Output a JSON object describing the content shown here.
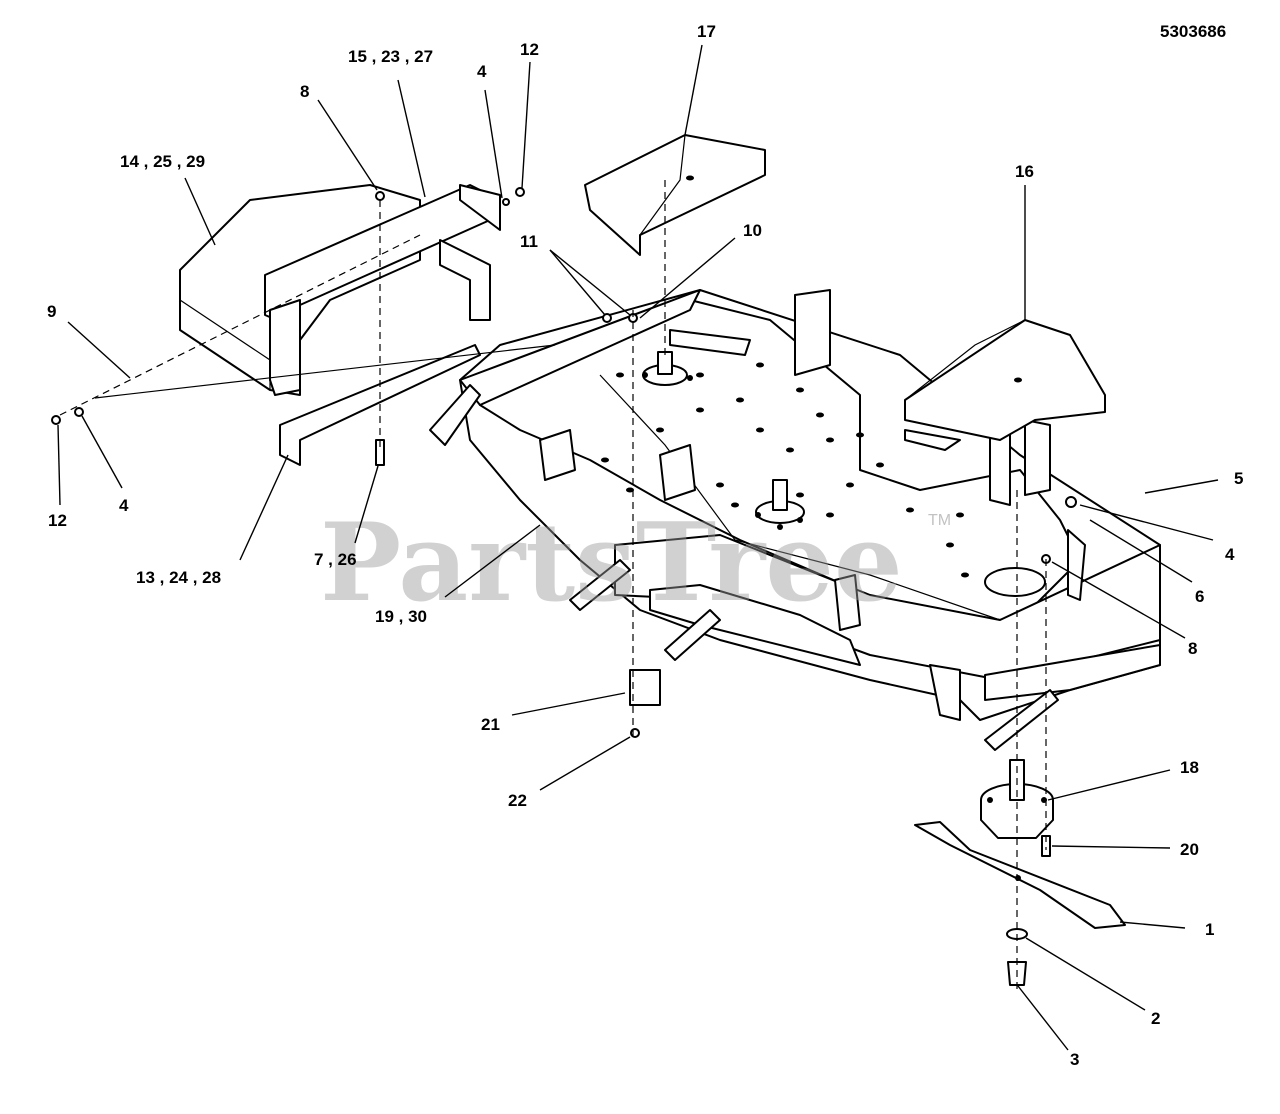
{
  "diagram_id": "5303686",
  "watermark": {
    "text": "PartsTree",
    "trademark": "TM"
  },
  "callouts": [
    {
      "id": "c17",
      "label": "17"
    },
    {
      "id": "c16",
      "label": "16"
    },
    {
      "id": "c15",
      "label": "15 , 23 , 27"
    },
    {
      "id": "c4top",
      "label": "4"
    },
    {
      "id": "c12top",
      "label": "12"
    },
    {
      "id": "c8top",
      "label": "8"
    },
    {
      "id": "c14",
      "label": "14 , 25 , 29"
    },
    {
      "id": "c11",
      "label": "11"
    },
    {
      "id": "c10",
      "label": "10"
    },
    {
      "id": "c9",
      "label": "9"
    },
    {
      "id": "c12bot",
      "label": "12"
    },
    {
      "id": "c4left",
      "label": "4"
    },
    {
      "id": "c13",
      "label": "13 , 24 , 28"
    },
    {
      "id": "c7",
      "label": "7 , 26"
    },
    {
      "id": "c19",
      "label": "19 , 30"
    },
    {
      "id": "c5",
      "label": "5"
    },
    {
      "id": "c4right",
      "label": "4"
    },
    {
      "id": "c6",
      "label": "6"
    },
    {
      "id": "c8right",
      "label": "8"
    },
    {
      "id": "c21",
      "label": "21"
    },
    {
      "id": "c22",
      "label": "22"
    },
    {
      "id": "c18",
      "label": "18"
    },
    {
      "id": "c20",
      "label": "20"
    },
    {
      "id": "c1",
      "label": "1"
    },
    {
      "id": "c2",
      "label": "2"
    },
    {
      "id": "c3",
      "label": "3"
    }
  ]
}
